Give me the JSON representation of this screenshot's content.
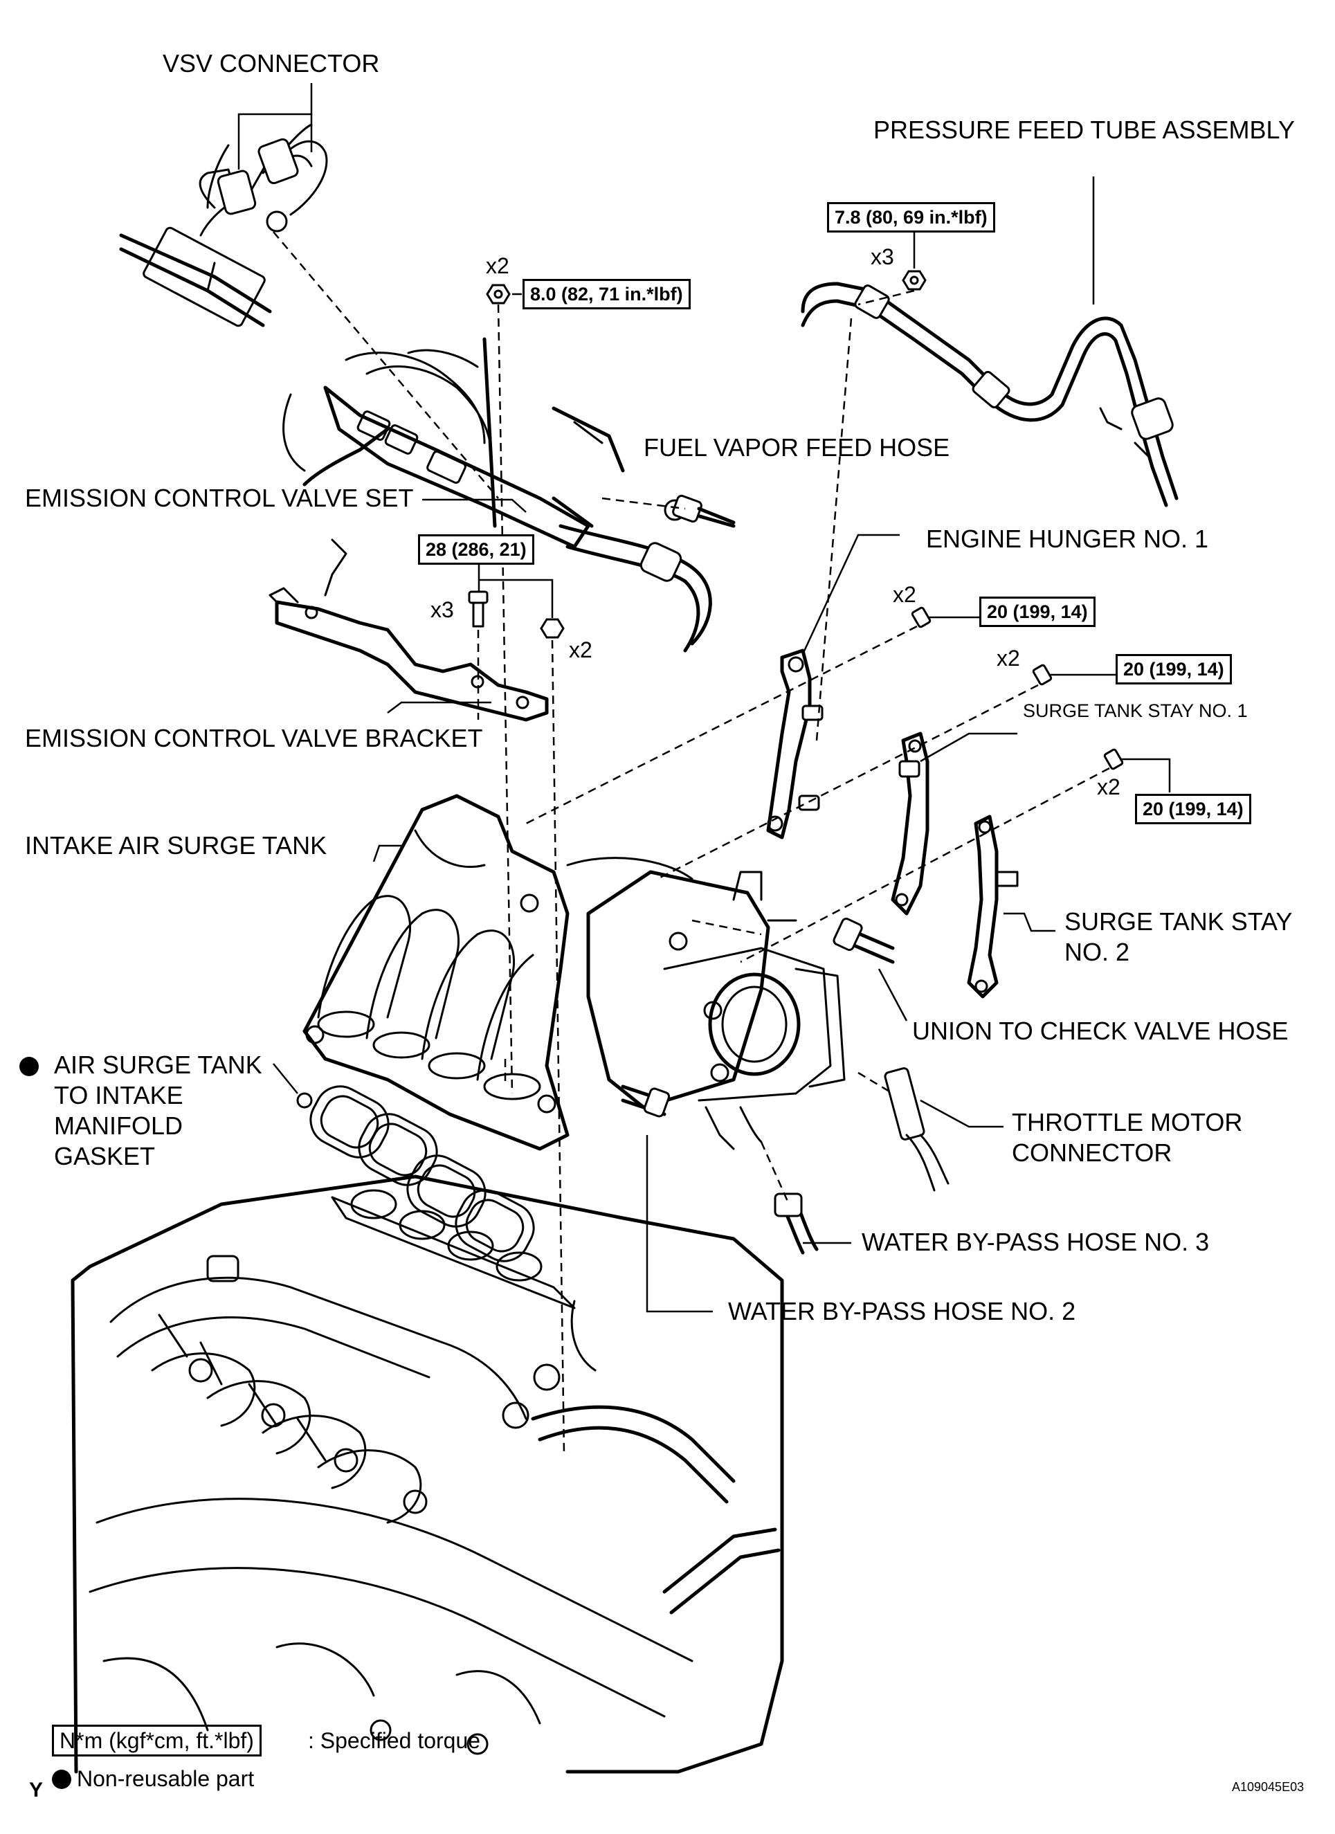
{
  "labels": {
    "vsv_connector": "VSV CONNECTOR",
    "pressure_feed_tube": "PRESSURE FEED TUBE ASSEMBLY",
    "fuel_vapor_feed_hose": "FUEL VAPOR FEED HOSE",
    "emission_control_valve_set": "EMISSION CONTROL VALVE SET",
    "engine_hunger": "ENGINE HUNGER NO. 1",
    "surge_tank_stay_1": "SURGE TANK STAY NO. 1",
    "emission_control_valve_bracket": "EMISSION CONTROL VALVE BRACKET",
    "intake_air_surge_tank": "INTAKE AIR SURGE TANK",
    "surge_tank_stay_2": "SURGE TANK STAY\nNO. 2",
    "union_check_valve_hose": "UNION TO CHECK VALVE HOSE",
    "gasket": "AIR SURGE TANK\nTO INTAKE\nMANIFOLD\nGASKET",
    "throttle_motor_connector": "THROTTLE MOTOR\nCONNECTOR",
    "water_bypass_3": "WATER BY-PASS HOSE NO. 3",
    "water_bypass_2": "WATER BY-PASS HOSE NO. 2"
  },
  "torques": {
    "pressure_feed_nut": "7.8 (80, 69 in.*lbf)",
    "valve_set_nut": "8.0 (82, 71 in.*lbf)",
    "bracket_bolt": "28 (286, 21)",
    "hunger_bolt": "20 (199, 14)",
    "stay1_bolt": "20 (199, 14)",
    "stay2_bolt": "20 (199, 14)"
  },
  "quantities": {
    "pressure_feed_nut": "x3",
    "valve_set_nut": "x2",
    "bracket_bolt": "x3",
    "bracket_nut": "x2",
    "hunger_bolt": "x2",
    "stay1_bolt": "x2",
    "stay2_bolt": "x2"
  },
  "legend": {
    "torque_box": "N*m (kgf*cm, ft.*lbf)",
    "torque_text": ": Specified torque",
    "nonreusable_text": "Non-reusable part",
    "corner_mark": "Y"
  },
  "figure_id": "A109045E03"
}
